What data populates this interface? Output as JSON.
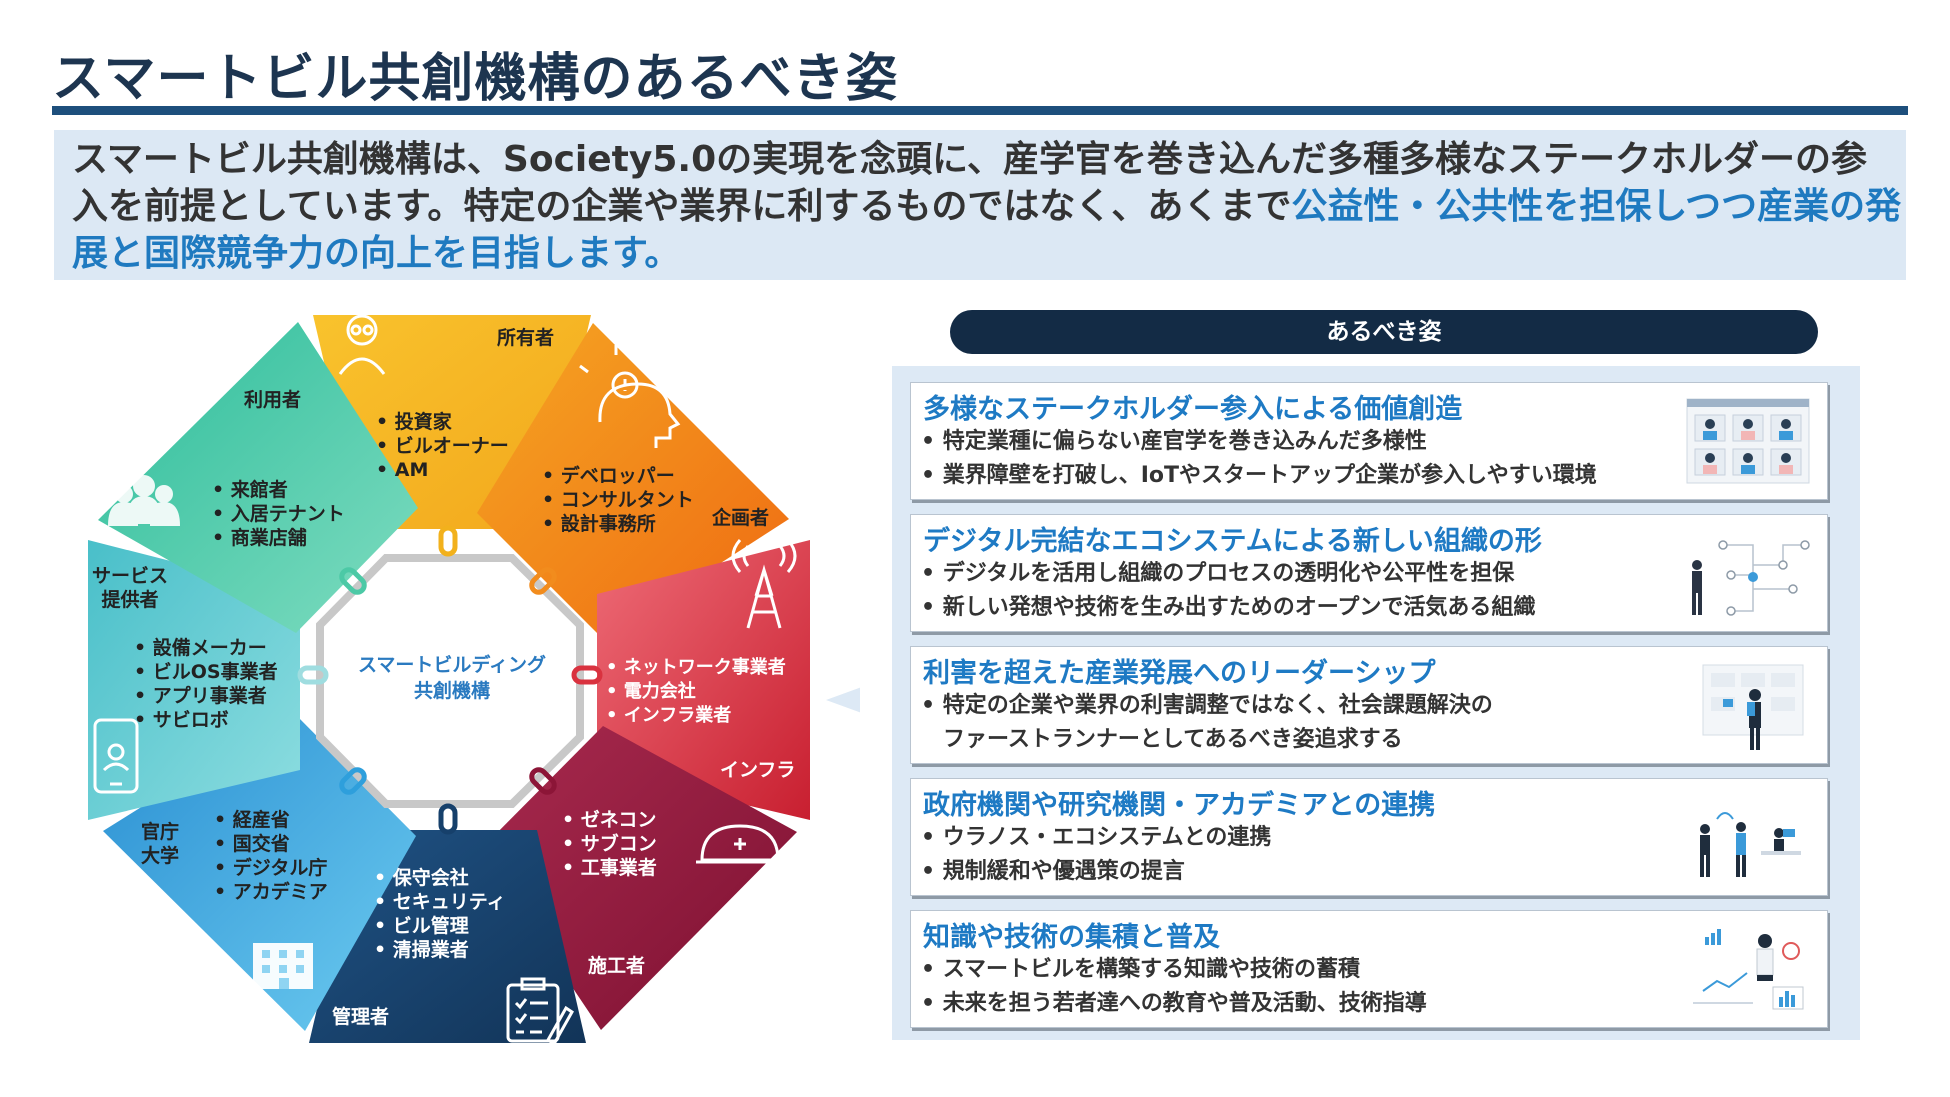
{
  "title": "スマートビル共創機構のあるべき姿",
  "intro": {
    "part1": "スマートビル共創機構は、Society5.0の実現を念頭に、産学官を巻き込んだ多種多様なステークホルダーの参入を前提としています。特定の企業や業界に利するものではなく、あくまで",
    "part2": "公益性・公共性を担保しつつ産業の発展と国際競争力の向上を目指します。"
  },
  "wheel": {
    "center": [
      "スマートビルディング",
      "共創機構"
    ],
    "segments": {
      "owner": {
        "title": "所有者",
        "items": [
          "投資家",
          "ビルオーナー",
          "AM"
        ]
      },
      "planner": {
        "title": "企画者",
        "items": [
          "デベロッパー",
          "コンサルタント",
          "設計事務所"
        ]
      },
      "infra": {
        "title": "インフラ",
        "items": [
          "ネットワーク事業者",
          "電力会社",
          "インフラ業者"
        ]
      },
      "constructor": {
        "title": "施工者",
        "items": [
          "ゼネコン",
          "サブコン",
          "工事業者"
        ]
      },
      "manager": {
        "title": "管理者",
        "items": [
          "保守会社",
          "セキュリティ",
          "ビル管理",
          "清掃業者"
        ]
      },
      "gov": {
        "title": "官庁\n大学",
        "items": [
          "経産省",
          "国交省",
          "デジタル庁",
          "アカデミア"
        ]
      },
      "service": {
        "title": "サービス\n提供者",
        "items": [
          "設備メーカー",
          "ビルOS事業者",
          "アプリ事業者",
          "サビロボ"
        ]
      },
      "user": {
        "title": "利用者",
        "items": [
          "来館者",
          "入居テナント",
          "商業店舗"
        ]
      }
    }
  },
  "ideal": {
    "heading": "あるべき姿",
    "cards": [
      {
        "title": "多様なステークホルダー参入による価値創造",
        "lines": [
          "• 特定業種に偏らない産官学を巻き込みんだ多様性",
          "• 業界障壁を打破し、IoTやスタートアップ企業が参入しやすい環境"
        ]
      },
      {
        "title": "デジタル完結なエコシステムによる新しい組織の形",
        "lines": [
          "• デジタルを活用し組織のプロセスの透明化や公平性を担保",
          "• 新しい発想や技術を生み出すためのオープンで活気ある組織"
        ]
      },
      {
        "title": "利害を超えた産業発展へのリーダーシップ",
        "lines": [
          "• 特定の企業や業界の利害調整ではなく、社会課題解決の",
          "　ファーストランナーとしてあるべき姿追求する"
        ]
      },
      {
        "title": "政府機関や研究機関・アカデミアとの連携",
        "lines": [
          "• ウラノス・エコシステムとの連携",
          "• 規制緩和や優遇策の提言"
        ]
      },
      {
        "title": "知識や技術の集積と普及",
        "lines": [
          "• スマートビルを構築する知識や技術の蓄積",
          "• 未来を担う若者達への教育や普及活動、技術指導"
        ]
      }
    ]
  },
  "colors": {
    "title": "#1d3550",
    "accent": "#1f7ac0",
    "owner": "#f6b21a",
    "planner": "#f27b17",
    "infra": "#d9323f",
    "constructor": "#8c1537",
    "manager": "#16406b",
    "gov": "#2e9fdc",
    "service": "#5cc8cf",
    "user": "#4cc9a6"
  }
}
